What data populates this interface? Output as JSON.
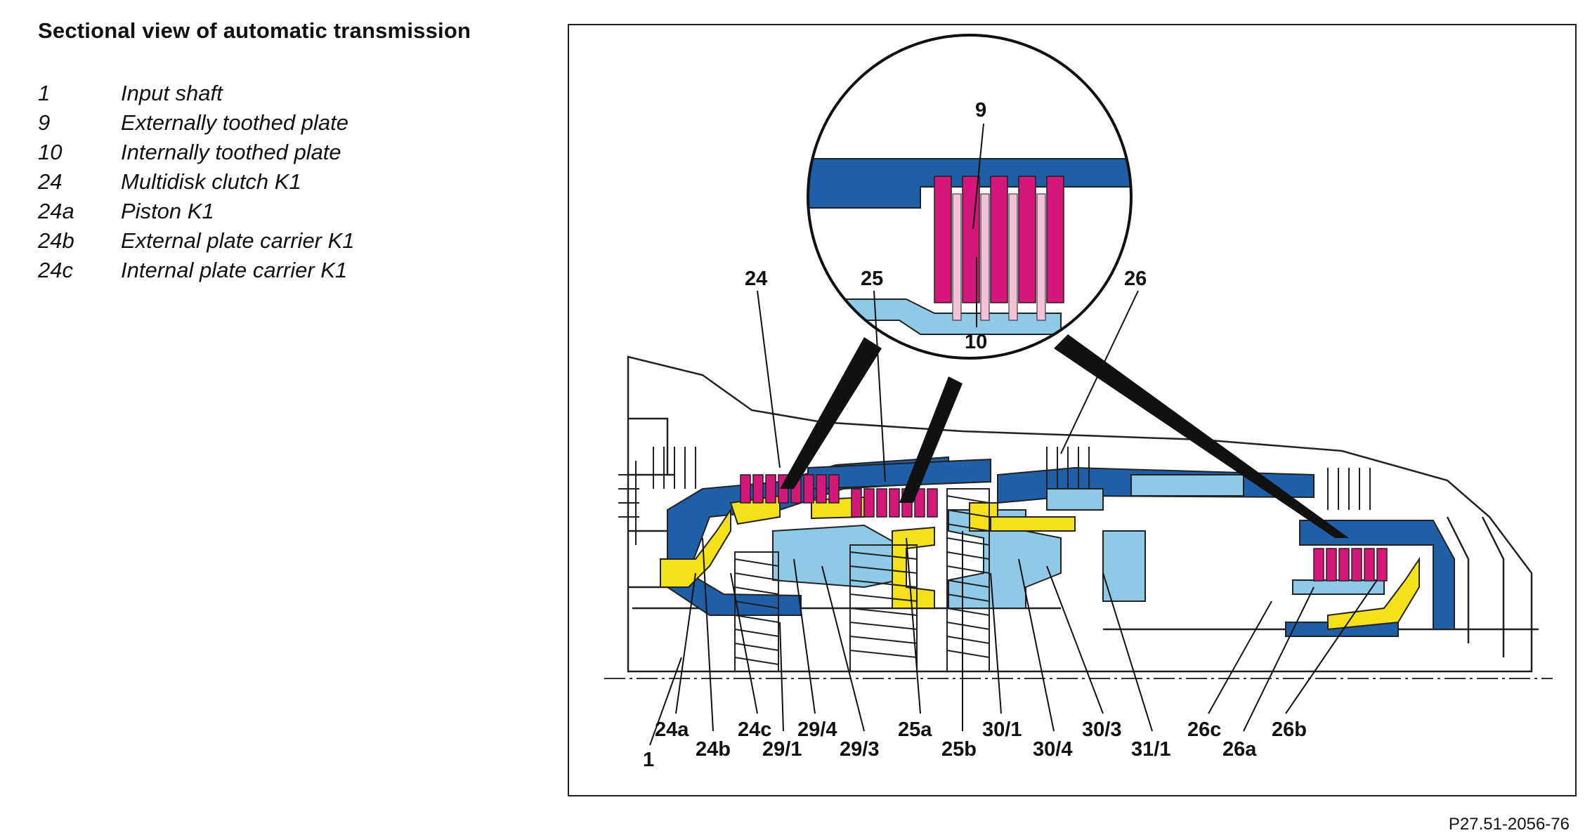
{
  "title": "Sectional view of automatic transmission",
  "legend": [
    {
      "num": "1",
      "text": "Input shaft"
    },
    {
      "num": "9",
      "text": "Externally toothed plate"
    },
    {
      "num": "10",
      "text": "Internally toothed plate"
    },
    {
      "num": "24",
      "text": "Multidisk clutch K1"
    },
    {
      "num": "24a",
      "text": "Piston K1"
    },
    {
      "num": "24b",
      "text": "External plate carrier K1"
    },
    {
      "num": "24c",
      "text": "Internal plate carrier K1"
    }
  ],
  "callouts": {
    "c9": "9",
    "c10": "10",
    "c24": "24",
    "c25": "25",
    "c26": "26",
    "c1": "1",
    "c24a": "24a",
    "c24b": "24b",
    "c24c": "24c",
    "c29_1": "29/1",
    "c29_4": "29/4",
    "c29_3": "29/3",
    "c25a": "25a",
    "c25b": "25b",
    "c30_1": "30/1",
    "c30_4": "30/4",
    "c30_3": "30/3",
    "c31_1": "31/1",
    "c26c": "26c",
    "c26a": "26a",
    "c26b": "26b"
  },
  "colors": {
    "dark_blue": "#1e5fa8",
    "light_blue": "#8ecae6",
    "yellow": "#f5e11a",
    "magenta": "#d6177a",
    "outline": "#222222"
  },
  "figure_ref": "P27.51-2056-76"
}
